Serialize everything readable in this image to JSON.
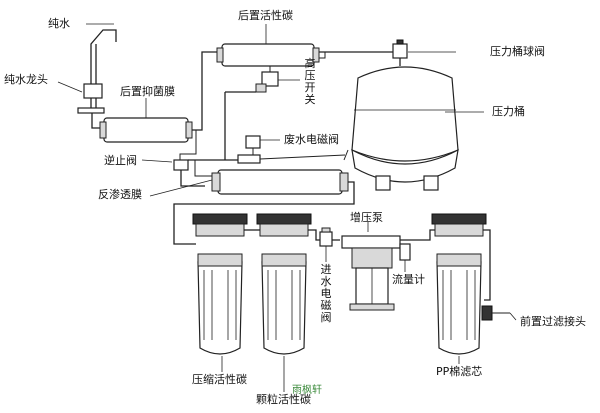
{
  "labels": {
    "pure_water": "纯水",
    "faucet": "纯水龙头",
    "post_carbon": "后置活性碳",
    "post_antibacterial": "后置抑菌膜",
    "high_pressure_switch": "高压开关",
    "tank_ball_valve": "压力桶球阀",
    "pressure_tank": "压力桶",
    "waste_valve": "废水电磁阀",
    "check_valve": "逆止阀",
    "ro_membrane": "反渗透膜",
    "booster_pump": "增压泵",
    "inlet_valve": "进水电磁阀",
    "flow_meter": "流量计",
    "pre_filter_connector": "前置过滤接头",
    "compressed_carbon": "压缩活性碳",
    "granular_carbon": "颗粒活性碳",
    "pp_filter": "PP棉滤芯"
  },
  "watermark": "雨枫轩"
}
